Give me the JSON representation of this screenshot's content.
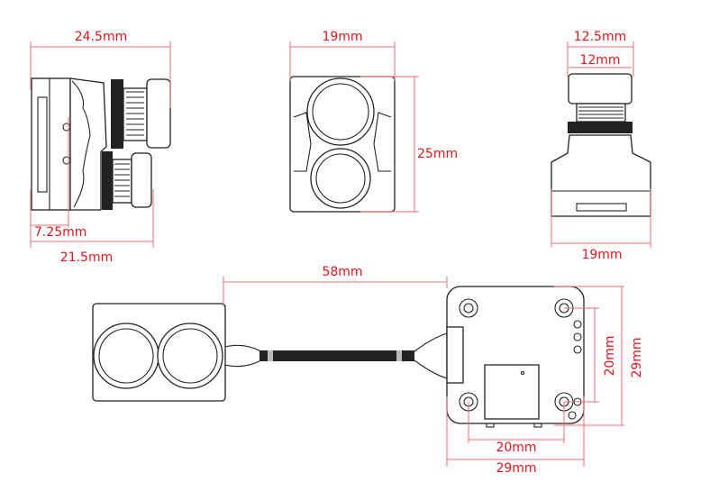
{
  "views": {
    "side": {
      "overall_length": "24.5mm",
      "body_depth": "7.25mm",
      "short_length": "21.5mm"
    },
    "front": {
      "width": "19mm",
      "height": "25mm"
    },
    "top": {
      "outer_lens": "12.5mm",
      "inner_lens": "12mm",
      "width": "19mm"
    },
    "assembly": {
      "cable_length": "58mm",
      "hole_spacing_vertical": "20mm",
      "board_height": "29mm",
      "hole_spacing_horizontal": "20mm",
      "board_width": "29mm"
    }
  },
  "colors": {
    "dimension": "#e8141c",
    "outline": "#222222"
  }
}
